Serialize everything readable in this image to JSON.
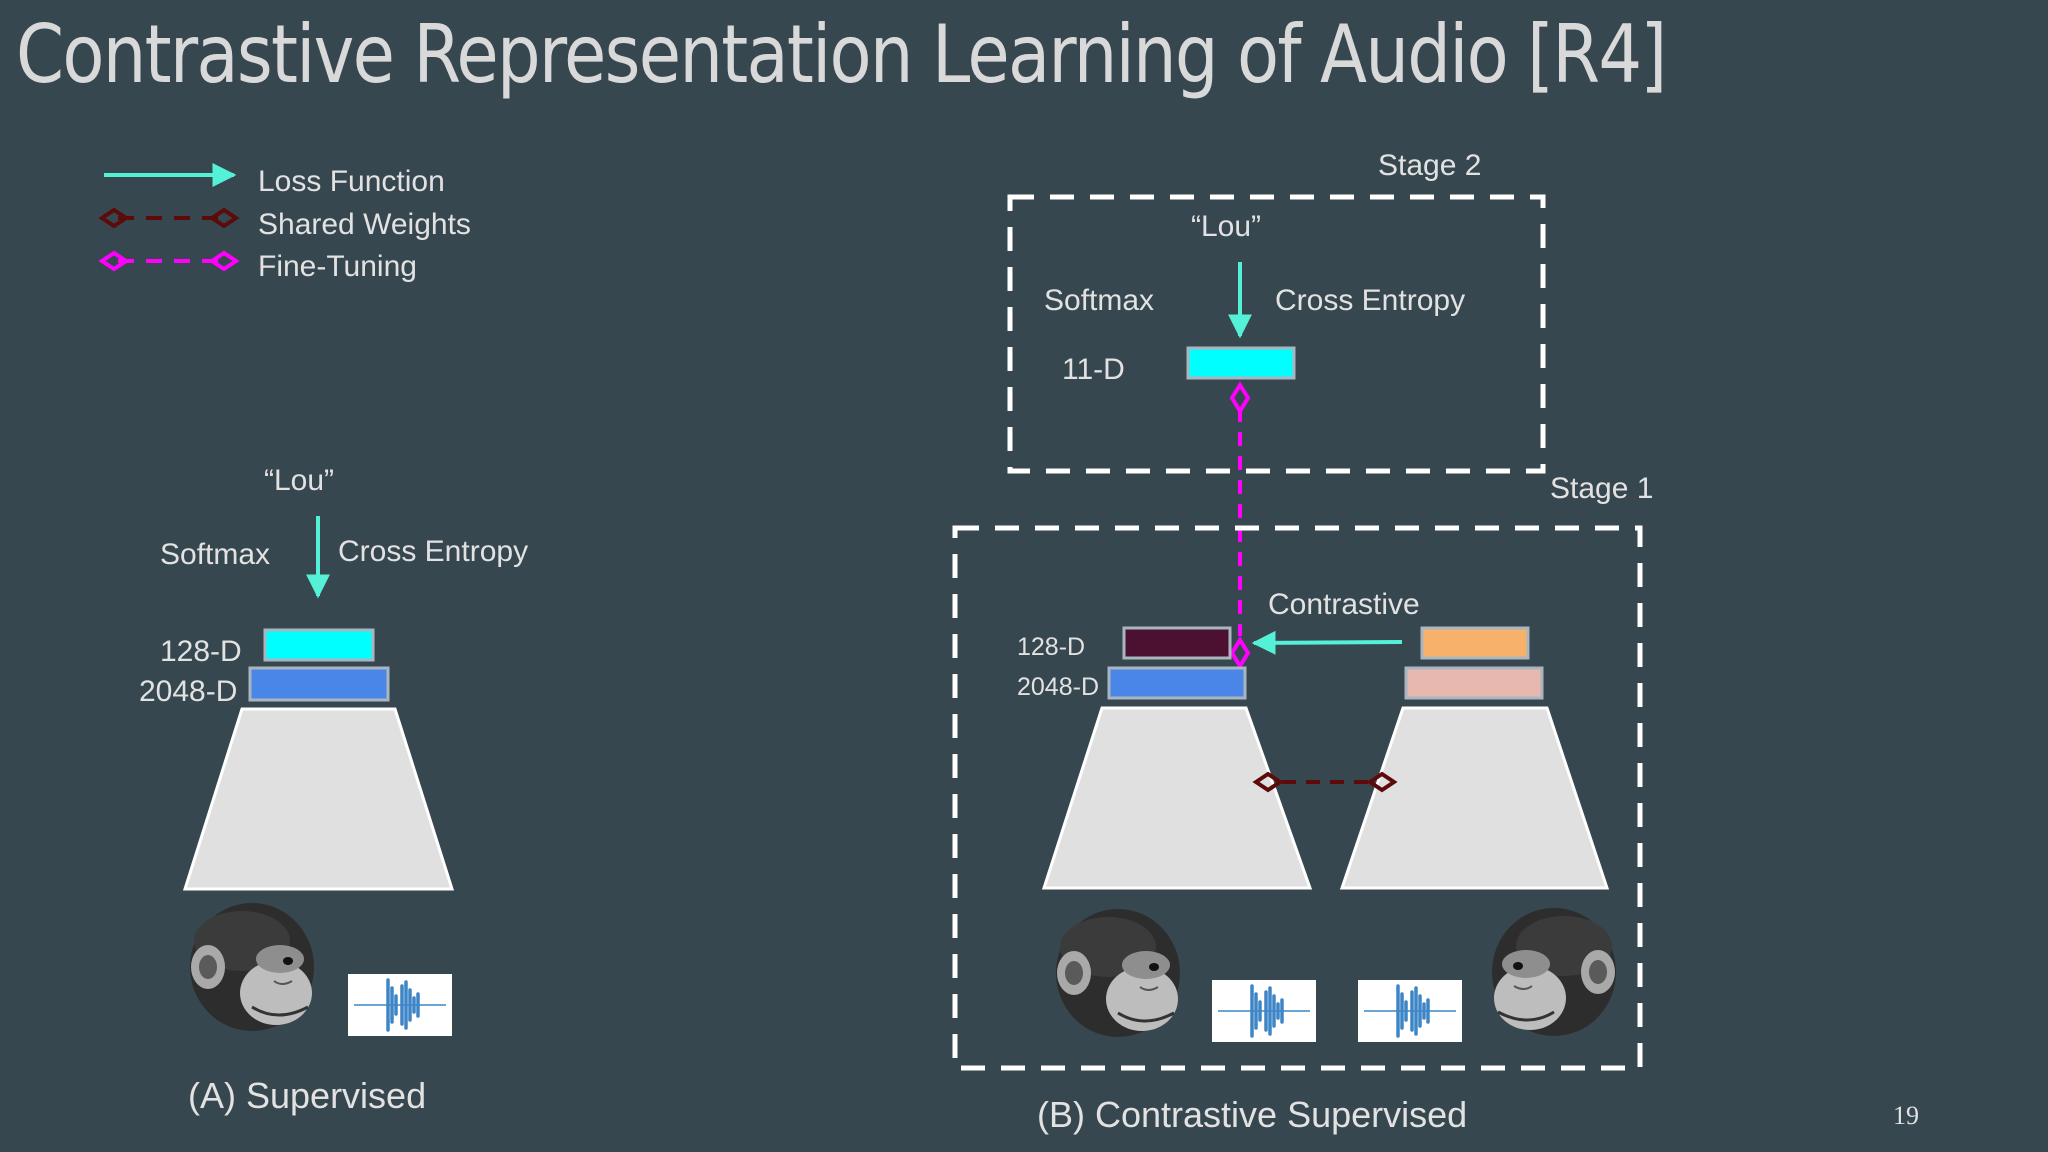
{
  "slide": {
    "title": "Contrastive Representation Learning of Audio [R4]",
    "page_number": "19"
  },
  "legend": {
    "items": [
      {
        "label": "Loss Function",
        "color": "#54f1d6"
      },
      {
        "label": "Shared Weights",
        "color": "#5c0a0a"
      },
      {
        "label": "Fine-Tuning",
        "color": "#ff00ff"
      }
    ]
  },
  "panel_a": {
    "caption": "(A) Supervised",
    "target": "“Lou”",
    "activation": "Softmax",
    "loss": "Cross Entropy",
    "dim_top": "128-D",
    "dim_bottom": "2048-D"
  },
  "panel_b": {
    "caption": "(B)  Contrastive Supervised",
    "stage2": {
      "label": "Stage 2",
      "target": "“Lou”",
      "activation": "Softmax",
      "loss": "Cross Entropy",
      "dim": "11-D"
    },
    "stage1": {
      "label": "Stage 1",
      "loss": "Contrastive",
      "dim_top": "128-D",
      "dim_bottom": "2048-D"
    }
  },
  "colors": {
    "background": "#37474f",
    "cyan_block": "#00ffff",
    "blue_block": "#4a86e8",
    "dark_block": "#4c1130",
    "orange_block": "#f6b26b",
    "pink_block": "#e6b8af",
    "encoder": "#e0e0e0",
    "loss_arrow": "#54f1d6",
    "fine_tune": "#ff00ff",
    "shared_weights": "#5c0a0a"
  }
}
